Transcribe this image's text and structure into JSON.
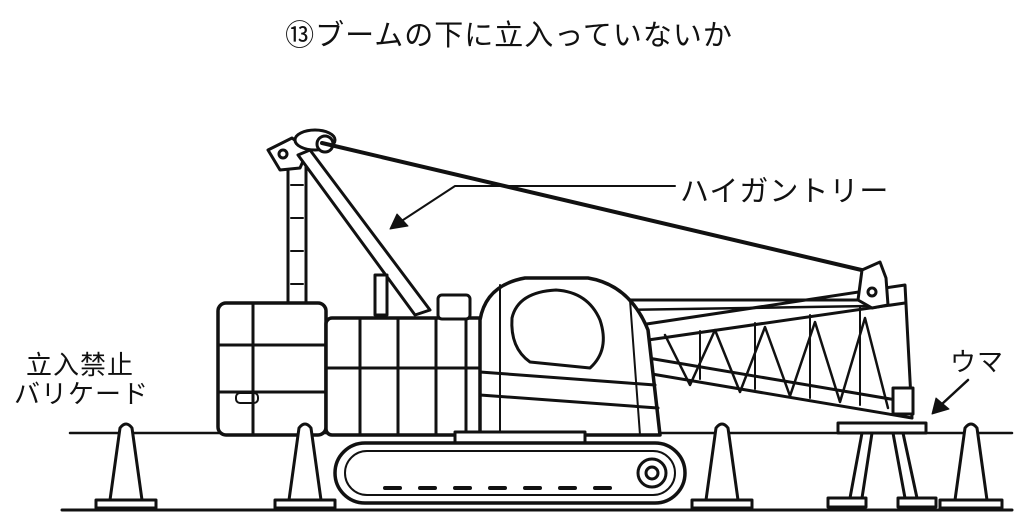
{
  "title": "⑬ブームの下に立入っていないか",
  "labels": {
    "high_gantry": "ハイガントリー",
    "barricade_line1": "立入禁止",
    "barricade_line2": "バリケード",
    "outrigger_stand": "ウマ"
  },
  "colors": {
    "ink": "#111111",
    "background": "#ffffff"
  }
}
